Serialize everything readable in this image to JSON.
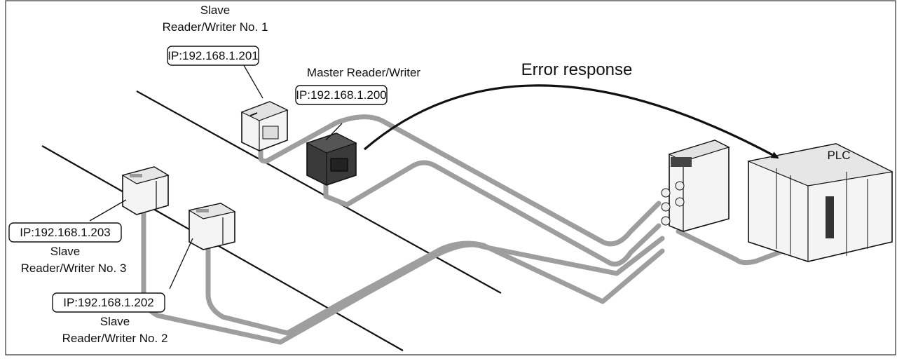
{
  "labels": {
    "slave1": {
      "line1": "Slave",
      "line2": "Reader/Writer No. 1",
      "ip": "IP:192.168.1.201"
    },
    "master": {
      "title": "Master Reader/Writer",
      "ip": "IP:192.168.1.200"
    },
    "slave3": {
      "ip": "IP:192.168.1.203",
      "line1": "Slave",
      "line2": "Reader/Writer No. 3"
    },
    "slave2": {
      "ip": "IP:192.168.1.202",
      "line1": "Slave",
      "line2": "Reader/Writer No. 2"
    },
    "error": "Error response",
    "plc": "PLC"
  },
  "colors": {
    "cable": "#9e9e9e",
    "line": "#111111",
    "master_device": "#3a3a3a",
    "slave_device": "#f4f4f4"
  }
}
